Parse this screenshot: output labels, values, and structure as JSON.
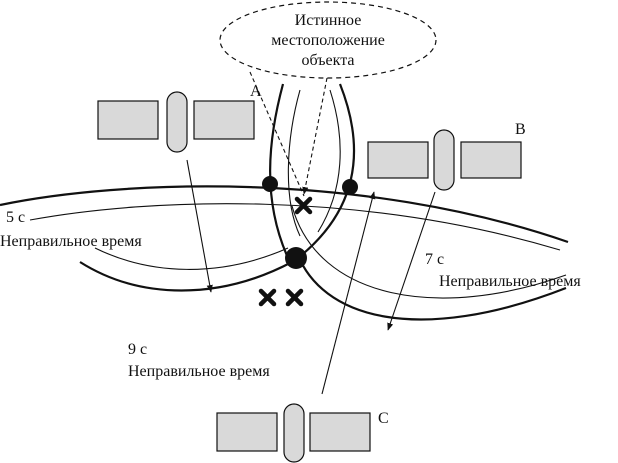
{
  "true_position_label": [
    "Истинное",
    "местоположение",
    "объекта"
  ],
  "satellites": [
    {
      "id": "A",
      "label": "A"
    },
    {
      "id": "B",
      "label": "B"
    },
    {
      "id": "C",
      "label": "C"
    }
  ],
  "timing_labels": [
    {
      "id": "5s",
      "time": "5 с",
      "note": "Неправильное время"
    },
    {
      "id": "7s",
      "time": "7 с",
      "note": "Неправильное время"
    },
    {
      "id": "9s",
      "time": "9 с",
      "note": "Неправильное время"
    }
  ],
  "colors": {
    "line": "#111111",
    "satellite_fill": "#d9d9d9"
  }
}
